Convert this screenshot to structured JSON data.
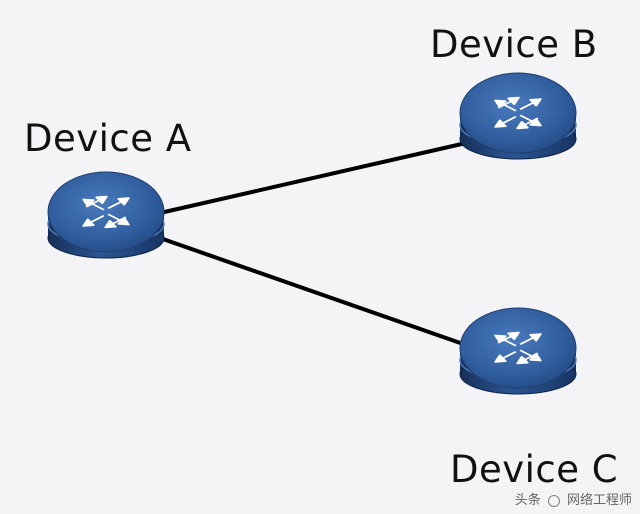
{
  "diagram": {
    "devices": [
      {
        "id": "a",
        "label": "Device A"
      },
      {
        "id": "b",
        "label": "Device B"
      },
      {
        "id": "c",
        "label": "Device C"
      }
    ],
    "links": [
      {
        "from": "a",
        "to": "b"
      },
      {
        "from": "a",
        "to": "c"
      }
    ],
    "colors": {
      "router_body": "#2a4f86",
      "router_top": "#3a69a8",
      "router_dark": "#1b3866",
      "arrow": "#ffffff",
      "link": "#000000",
      "label": "#111111"
    },
    "icon": "router-switch-icon"
  },
  "watermark": {
    "left_text": "头条",
    "right_text": "网络工程师"
  }
}
